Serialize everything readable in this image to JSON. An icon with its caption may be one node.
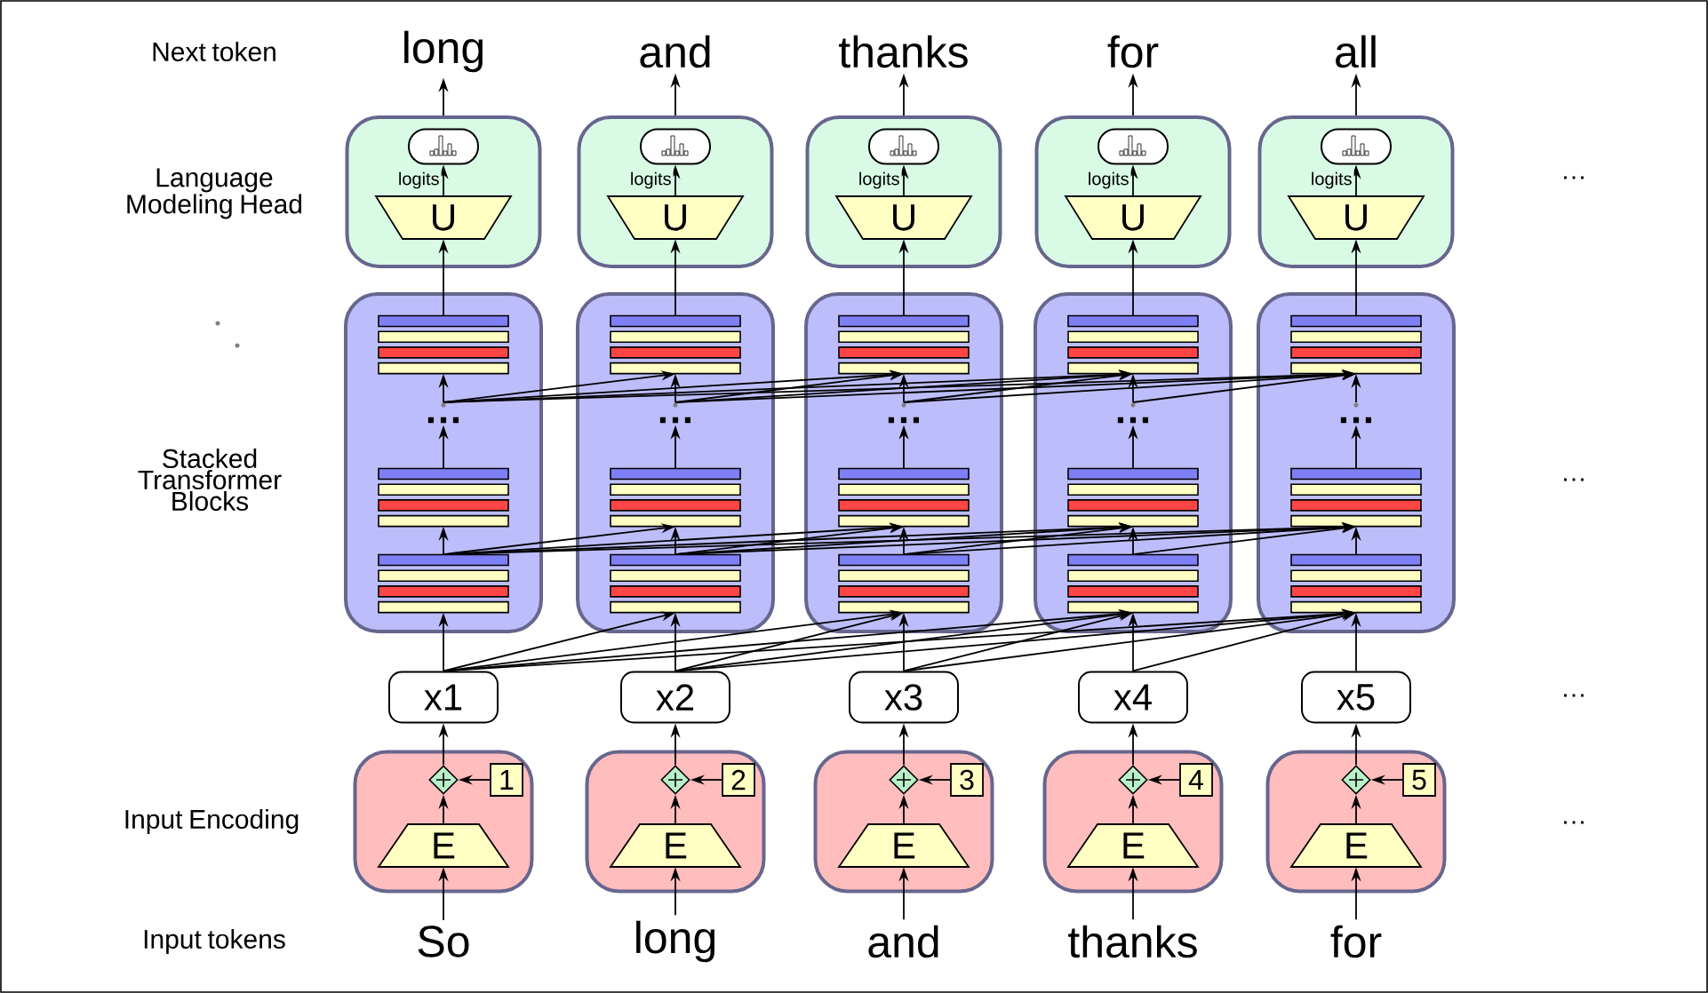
{
  "diagram": {
    "nodes": [
      {
        "text": [
          "long"
        ]
      },
      {
        "text": [
          "and"
        ]
      },
      {
        "text": [
          "thanks"
        ]
      },
      {
        "text": [
          "for"
        ]
      },
      {
        "text": [
          "all"
        ]
      },
      {
        "text": [],
        "shape": "box"
      },
      {
        "text": [],
        "shape": "box"
      },
      {
        "text": [],
        "shape": "box"
      },
      {
        "text": [],
        "shape": "box"
      },
      {
        "text": [],
        "shape": "box"
      },
      {
        "text": [],
        "shape": "picture",
        "in": 5
      },
      {
        "text": [],
        "shape": "picture",
        "in": 6
      },
      {
        "text": [],
        "shape": "picture",
        "in": 7
      },
      {
        "text": [],
        "shape": "picture",
        "in": 8
      },
      {
        "text": [],
        "shape": "picture",
        "in": 9
      },
      {
        "text": [
          "U"
        ],
        "in": 5
      },
      {
        "text": [
          "U"
        ],
        "in": 6
      },
      {
        "text": [
          "U"
        ],
        "in": 7
      },
      {
        "text": [
          "U"
        ],
        "in": 8
      },
      {
        "text": [
          "U"
        ],
        "in": 9
      },
      {
        "text": [],
        "shape": "box"
      },
      {
        "text": [],
        "shape": "box"
      },
      {
        "text": [],
        "shape": "box"
      },
      {
        "text": [],
        "shape": "box"
      },
      {
        "text": [],
        "shape": "box"
      },
      {
        "text": [],
        "shape": "bar",
        "in": 20
      },
      {
        "text": [],
        "shape": "bar",
        "in": 21
      },
      {
        "text": [],
        "shape": "bar",
        "in": 22
      },
      {
        "text": [],
        "shape": "bar",
        "in": 23
      },
      {
        "text": [],
        "shape": "bar",
        "in": 24
      },
      {
        "text": [],
        "shape": "circle",
        "in": 20
      },
      {
        "text": [],
        "shape": "circle",
        "in": 21
      },
      {
        "text": [],
        "shape": "circle",
        "in": 22
      },
      {
        "text": [],
        "shape": "circle",
        "in": 23
      },
      {
        "text": [],
        "shape": "circle",
        "in": 24
      },
      {
        "text": [
          "…"
        ],
        "in": 20
      },
      {
        "text": [
          "…"
        ],
        "in": 21
      },
      {
        "text": [
          "…"
        ],
        "in": 22
      },
      {
        "text": [
          "…"
        ],
        "in": 23
      },
      {
        "text": [
          "…"
        ],
        "in": 24
      },
      {
        "text": [],
        "shape": "bar",
        "in": 20
      },
      {
        "text": [],
        "shape": "bar",
        "in": 21
      },
      {
        "text": [],
        "shape": "bar",
        "in": 22
      },
      {
        "text": [],
        "shape": "bar",
        "in": 23
      },
      {
        "text": [],
        "shape": "bar",
        "in": 24
      },
      {
        "text": [],
        "shape": "bar",
        "in": 20
      },
      {
        "text": [],
        "shape": "bar",
        "in": 21
      },
      {
        "text": [],
        "shape": "bar",
        "in": 22
      },
      {
        "text": [],
        "shape": "bar",
        "in": 23
      },
      {
        "text": [],
        "shape": "bar",
        "in": 24
      },
      {
        "text": [
          "x1"
        ]
      },
      {
        "text": [
          "x2"
        ]
      },
      {
        "text": [
          "x3"
        ]
      },
      {
        "text": [
          "x4"
        ]
      },
      {
        "text": [
          "x5"
        ]
      },
      {
        "text": [],
        "shape": "box"
      },
      {
        "text": [],
        "shape": "box"
      },
      {
        "text": [],
        "shape": "box"
      },
      {
        "text": [],
        "shape": "box"
      },
      {
        "text": [],
        "shape": "box"
      },
      {
        "text": [],
        "shape": "diamond",
        "in": 55
      },
      {
        "text": [],
        "shape": "diamond",
        "in": 56
      },
      {
        "text": [],
        "shape": "diamond",
        "in": 57
      },
      {
        "text": [],
        "shape": "diamond",
        "in": 58
      },
      {
        "text": [],
        "shape": "diamond",
        "in": 59
      },
      {
        "text": [
          "1"
        ],
        "in": 55
      },
      {
        "text": [
          "2"
        ],
        "in": 56
      },
      {
        "text": [
          "3"
        ],
        "in": 57
      },
      {
        "text": [
          "4"
        ],
        "in": 58
      },
      {
        "text": [
          "5"
        ],
        "in": 59
      },
      {
        "text": [
          "E"
        ],
        "in": 55
      },
      {
        "text": [
          "E"
        ],
        "in": 56
      },
      {
        "text": [
          "E"
        ],
        "in": 57
      },
      {
        "text": [
          "E"
        ],
        "in": 58
      },
      {
        "text": [
          "E"
        ],
        "in": 59
      },
      {
        "text": [
          "So"
        ]
      },
      {
        "text": [
          "long"
        ]
      },
      {
        "text": [
          "and"
        ]
      },
      {
        "text": [
          "thanks"
        ]
      },
      {
        "text": [
          "for"
        ]
      }
    ],
    "edges": [
      {
        "from": 75,
        "to": 70,
        "arrow": "to"
      },
      {
        "from": 70,
        "to": 60,
        "arrow": "to"
      },
      {
        "from": 65,
        "to": 60,
        "arrow": "to"
      },
      {
        "from": 60,
        "to": 50,
        "arrow": "to"
      },
      {
        "from": 50,
        "to": 45,
        "arrow": "to"
      },
      {
        "from": 45,
        "to": 40,
        "arrow": "to"
      },
      {
        "from": 40,
        "to": 35,
        "arrow": "to"
      },
      {
        "from": 30,
        "to": 25,
        "arrow": "to"
      },
      {
        "from": 25,
        "to": 15,
        "arrow": "to"
      },
      {
        "from": 15,
        "to": 10,
        "arrow": "to",
        "label": "logits"
      },
      {
        "from": 5,
        "to": 0,
        "arrow": "to"
      },
      {
        "from": 76,
        "to": 71,
        "arrow": "to"
      },
      {
        "from": 71,
        "to": 61,
        "arrow": "to"
      },
      {
        "from": 66,
        "to": 61,
        "arrow": "to"
      },
      {
        "from": 61,
        "to": 51,
        "arrow": "to"
      },
      {
        "from": 51,
        "to": 46,
        "arrow": "to"
      },
      {
        "from": 46,
        "to": 41,
        "arrow": "to"
      },
      {
        "from": 41,
        "to": 36,
        "arrow": "to"
      },
      {
        "from": 31,
        "to": 26,
        "arrow": "to"
      },
      {
        "from": 26,
        "to": 16,
        "arrow": "to"
      },
      {
        "from": 16,
        "to": 11,
        "arrow": "to",
        "label": "logits"
      },
      {
        "from": 6,
        "to": 1,
        "arrow": "to"
      },
      {
        "from": 77,
        "to": 72,
        "arrow": "to"
      },
      {
        "from": 72,
        "to": 62,
        "arrow": "to"
      },
      {
        "from": 67,
        "to": 62,
        "arrow": "to"
      },
      {
        "from": 62,
        "to": 52,
        "arrow": "to"
      },
      {
        "from": 52,
        "to": 47,
        "arrow": "to"
      },
      {
        "from": 47,
        "to": 42,
        "arrow": "to"
      },
      {
        "from": 42,
        "to": 37,
        "arrow": "to"
      },
      {
        "from": 32,
        "to": 27,
        "arrow": "to"
      },
      {
        "from": 27,
        "to": 17,
        "arrow": "to"
      },
      {
        "from": 17,
        "to": 12,
        "arrow": "to",
        "label": "logits"
      },
      {
        "from": 7,
        "to": 2,
        "arrow": "to"
      },
      {
        "from": 78,
        "to": 73,
        "arrow": "to"
      },
      {
        "from": 73,
        "to": 63,
        "arrow": "to"
      },
      {
        "from": 68,
        "to": 63,
        "arrow": "to"
      },
      {
        "from": 63,
        "to": 53,
        "arrow": "to"
      },
      {
        "from": 53,
        "to": 48,
        "arrow": "to"
      },
      {
        "from": 48,
        "to": 43,
        "arrow": "to"
      },
      {
        "from": 43,
        "to": 38,
        "arrow": "to"
      },
      {
        "from": 33,
        "to": 28,
        "arrow": "to"
      },
      {
        "from": 28,
        "to": 18,
        "arrow": "to"
      },
      {
        "from": 18,
        "to": 13,
        "arrow": "to",
        "label": "logits"
      },
      {
        "from": 8,
        "to": 3,
        "arrow": "to"
      },
      {
        "from": 79,
        "to": 74,
        "arrow": "to"
      },
      {
        "from": 74,
        "to": 64,
        "arrow": "to"
      },
      {
        "from": 69,
        "to": 64,
        "arrow": "to"
      },
      {
        "from": 64,
        "to": 54,
        "arrow": "to"
      },
      {
        "from": 54,
        "to": 49,
        "arrow": "to"
      },
      {
        "from": 49,
        "to": 44,
        "arrow": "to"
      },
      {
        "from": 44,
        "to": 39,
        "arrow": "to"
      },
      {
        "from": 34,
        "to": 29,
        "arrow": "to"
      },
      {
        "from": 29,
        "to": 19,
        "arrow": "to"
      },
      {
        "from": 19,
        "to": 14,
        "arrow": "to",
        "label": "logits"
      },
      {
        "from": 9,
        "to": 4,
        "arrow": "to"
      },
      {
        "from": 50,
        "to": 46,
        "arrow": "to"
      },
      {
        "from": 50,
        "to": 47,
        "arrow": "to"
      },
      {
        "from": 50,
        "to": 48,
        "arrow": "to"
      },
      {
        "from": 50,
        "to": 49,
        "arrow": "to"
      },
      {
        "from": 51,
        "to": 47,
        "arrow": "to"
      },
      {
        "from": 51,
        "to": 48,
        "arrow": "to"
      },
      {
        "from": 51,
        "to": 49,
        "arrow": "to"
      },
      {
        "from": 52,
        "to": 48,
        "arrow": "to"
      },
      {
        "from": 52,
        "to": 49,
        "arrow": "to"
      },
      {
        "from": 53,
        "to": 49,
        "arrow": "to"
      },
      {
        "from": 45,
        "to": 41,
        "arrow": "to"
      },
      {
        "from": 45,
        "to": 42,
        "arrow": "to"
      },
      {
        "from": 45,
        "to": 43,
        "arrow": "to"
      },
      {
        "from": 45,
        "to": 44,
        "arrow": "to"
      },
      {
        "from": 46,
        "to": 42,
        "arrow": "to"
      },
      {
        "from": 46,
        "to": 43,
        "arrow": "to"
      },
      {
        "from": 46,
        "to": 44,
        "arrow": "to"
      },
      {
        "from": 47,
        "to": 43,
        "arrow": "to"
      },
      {
        "from": 47,
        "to": 44,
        "arrow": "to"
      },
      {
        "from": 48,
        "to": 44,
        "arrow": "to"
      },
      {
        "from": 30,
        "to": 26,
        "arrow": "to"
      },
      {
        "from": 30,
        "to": 27,
        "arrow": "to"
      },
      {
        "from": 30,
        "to": 28,
        "arrow": "to"
      },
      {
        "from": 30,
        "to": 29,
        "arrow": "to"
      },
      {
        "from": 31,
        "to": 27,
        "arrow": "to"
      },
      {
        "from": 31,
        "to": 28,
        "arrow": "to"
      },
      {
        "from": 31,
        "to": 29,
        "arrow": "to"
      },
      {
        "from": 32,
        "to": 28,
        "arrow": "to"
      },
      {
        "from": 32,
        "to": 29,
        "arrow": "to"
      },
      {
        "from": 33,
        "to": 29,
        "arrow": "to"
      }
    ],
    "labels": [
      "Next token",
      "Language Modeling Head",
      "…",
      "Stacked Transformer Blocks",
      "…",
      "…",
      "Input Encoding",
      "…",
      "Input tokens"
    ]
  }
}
